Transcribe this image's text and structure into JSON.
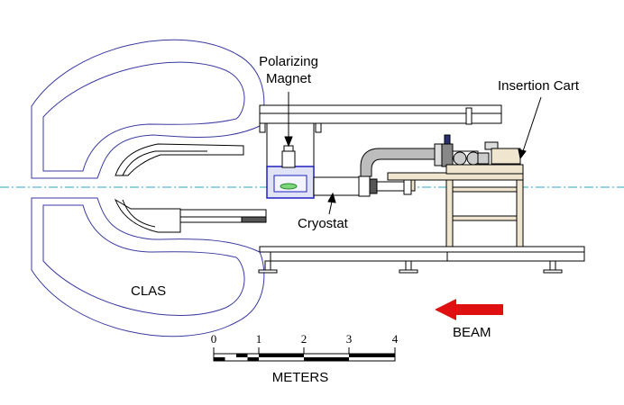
{
  "labels": {
    "polarizing_magnet_line1": "Polarizing",
    "polarizing_magnet_line2": "Magnet",
    "insertion_cart": "Insertion Cart",
    "cryostat": "Cryostat",
    "clas": "CLAS",
    "beam": "BEAM"
  },
  "scale_bar": {
    "ticks": [
      "0",
      "1",
      "2",
      "3",
      "4"
    ],
    "unit": "METERS"
  },
  "colors": {
    "clas_outline": "#3a3aa0",
    "magnet": "#2020c0",
    "beam_axis": "#2aa6c8",
    "beam_arrow": "#e01010",
    "cart_frame": "#f0e6d0"
  }
}
